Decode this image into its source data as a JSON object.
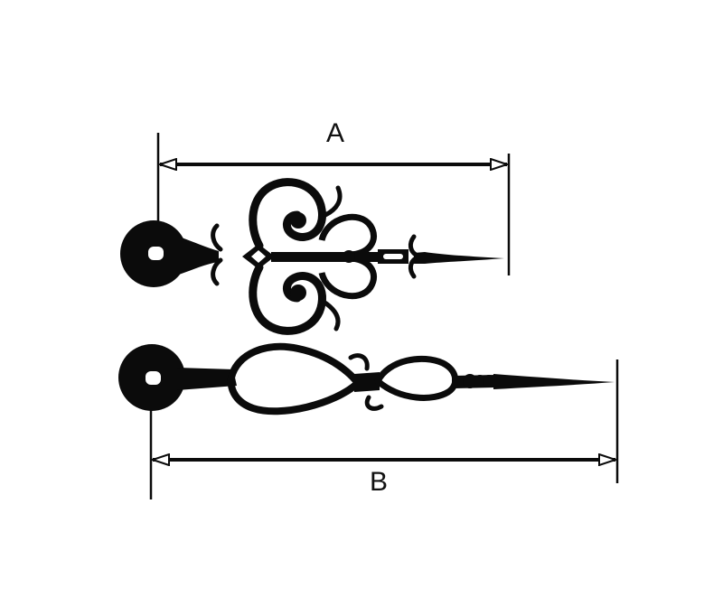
{
  "dimensions": {
    "a": {
      "label": "A"
    },
    "b": {
      "label": "B"
    }
  },
  "colors": {
    "ink": "#0b0b0b",
    "background": "#ffffff"
  },
  "icons": {
    "hour_hand": "ornate-hour-hand-icon",
    "minute_hand": "ornate-minute-hand-icon",
    "arrowhead": "open-triangle-arrowhead"
  }
}
